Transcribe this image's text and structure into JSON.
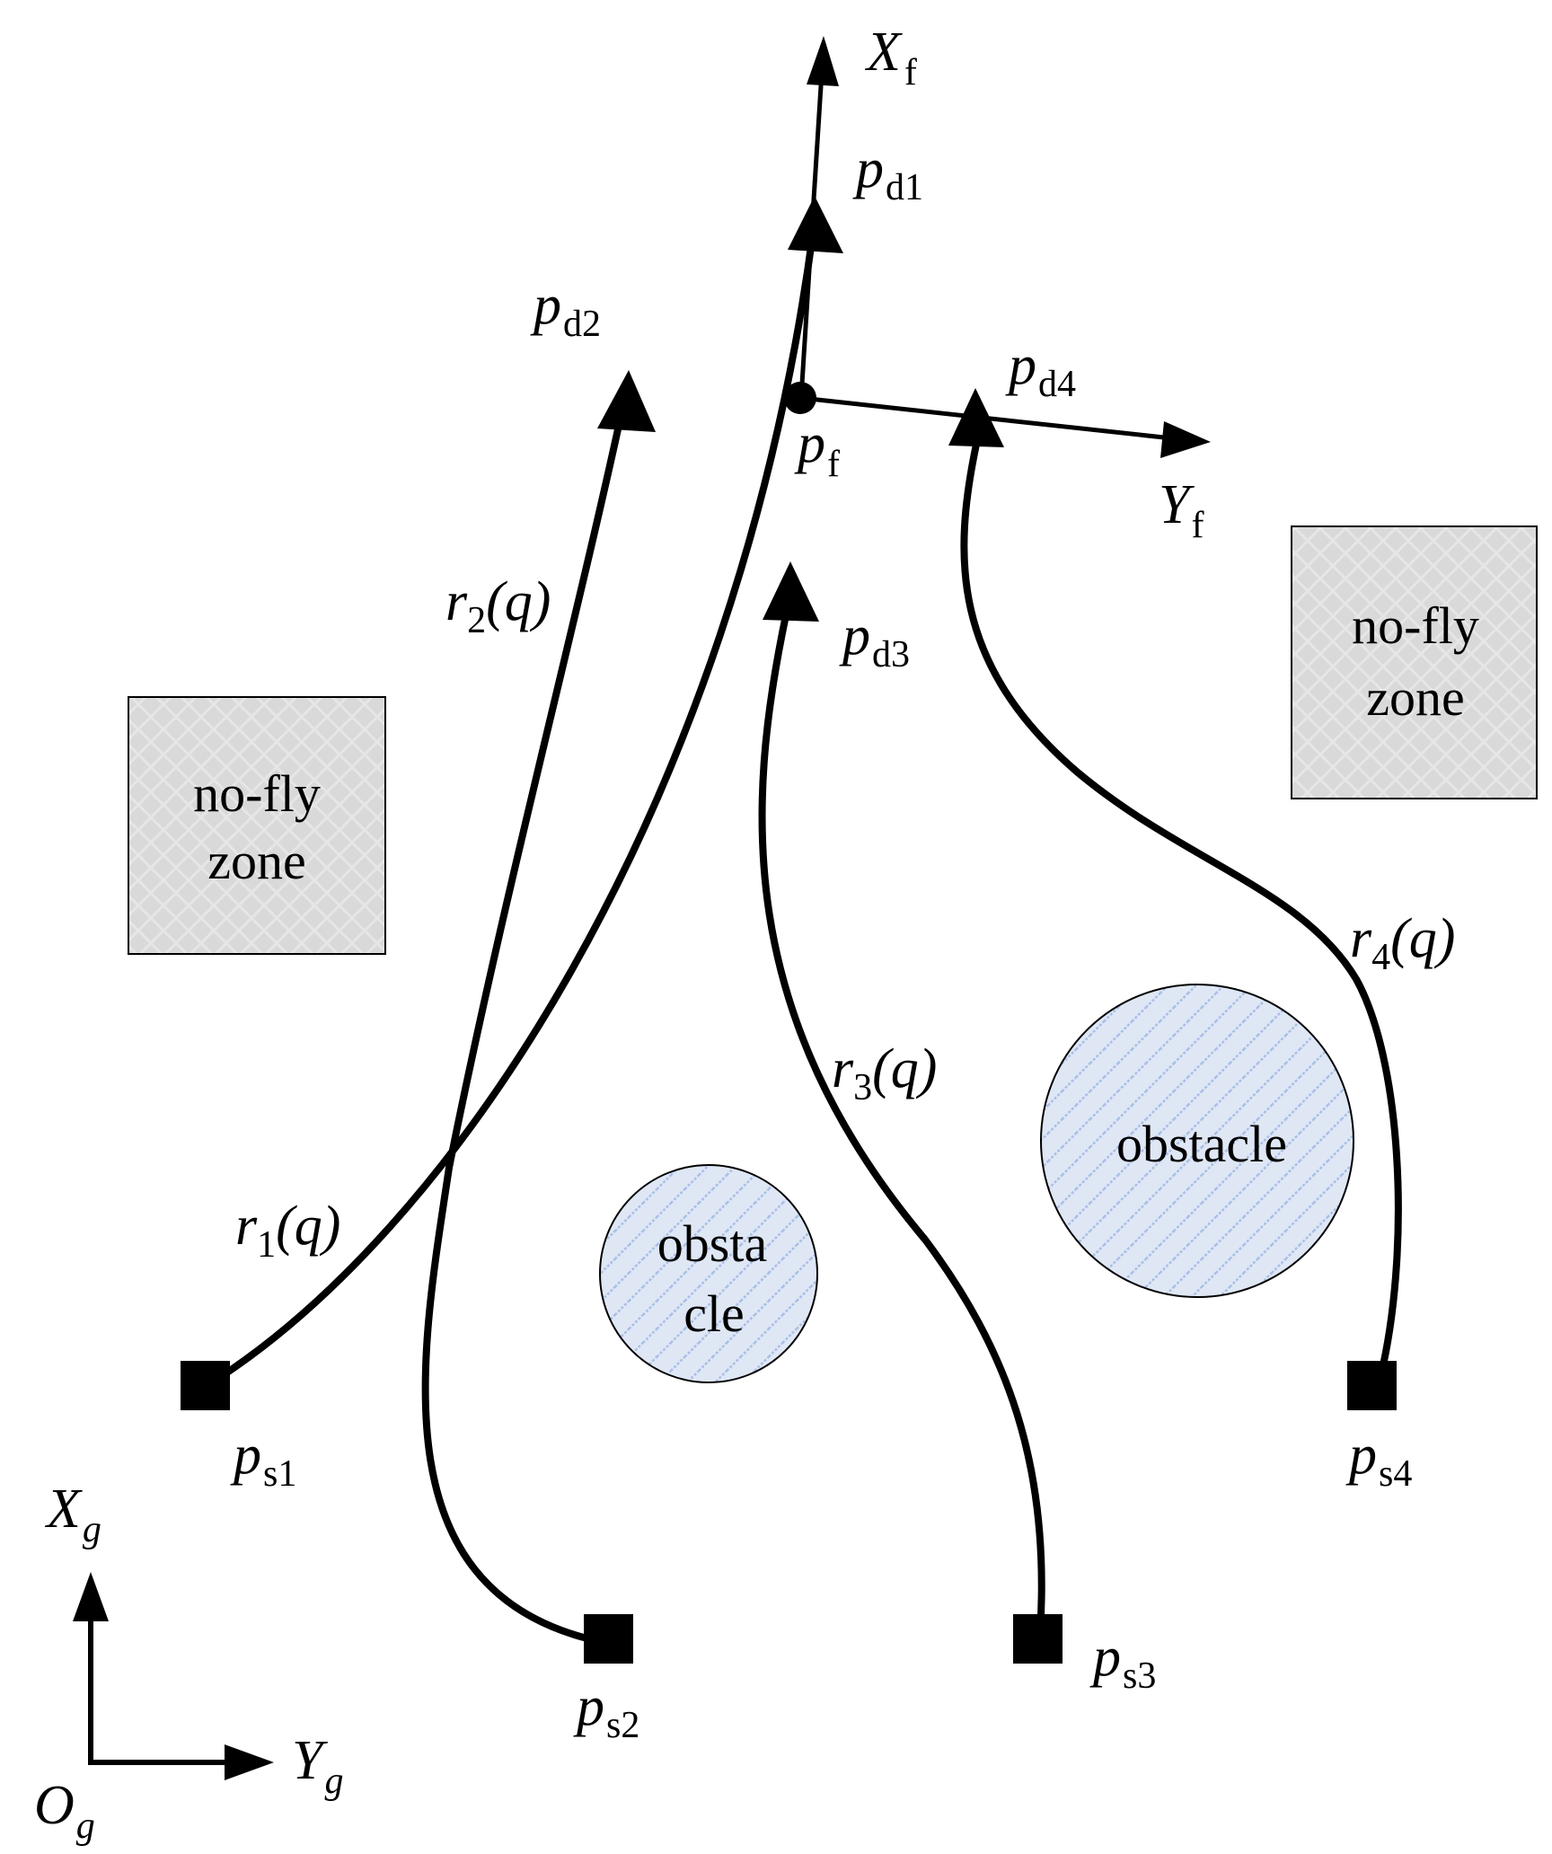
{
  "frame_axes": {
    "x_main": "X",
    "x_sub": "f",
    "y_main": "Y",
    "y_sub": "f",
    "origin_main": "p",
    "origin_sub": "f"
  },
  "global_axes": {
    "x_main": "X",
    "x_sub": "g",
    "y_main": "Y",
    "y_sub": "g",
    "origin_main": "O",
    "origin_sub": "g"
  },
  "destinations": [
    {
      "main": "p",
      "sub": "d1"
    },
    {
      "main": "p",
      "sub": "d2"
    },
    {
      "main": "p",
      "sub": "d3"
    },
    {
      "main": "p",
      "sub": "d4"
    }
  ],
  "starts": [
    {
      "main": "p",
      "sub": "s1"
    },
    {
      "main": "p",
      "sub": "s2"
    },
    {
      "main": "p",
      "sub": "s3"
    },
    {
      "main": "p",
      "sub": "s4"
    }
  ],
  "paths": [
    {
      "main": "r",
      "sub": "1",
      "arg": "(q)"
    },
    {
      "main": "r",
      "sub": "2",
      "arg": "(q)"
    },
    {
      "main": "r",
      "sub": "3",
      "arg": "(q)"
    },
    {
      "main": "r",
      "sub": "4",
      "arg": "(q)"
    }
  ],
  "no_fly_zones": [
    {
      "line1": "no-fly",
      "line2": "zone"
    },
    {
      "line1": "no-fly",
      "line2": "zone"
    }
  ],
  "obstacles": [
    {
      "line1": "obsta",
      "line2": "cle"
    },
    {
      "line1": "obstacle"
    }
  ],
  "colors": {
    "stroke": "#000000",
    "zone_fill": "#d9d9d9",
    "obstacle_fill": "#dfe7f5",
    "obstacle_hatch": "#9fb8e3"
  }
}
